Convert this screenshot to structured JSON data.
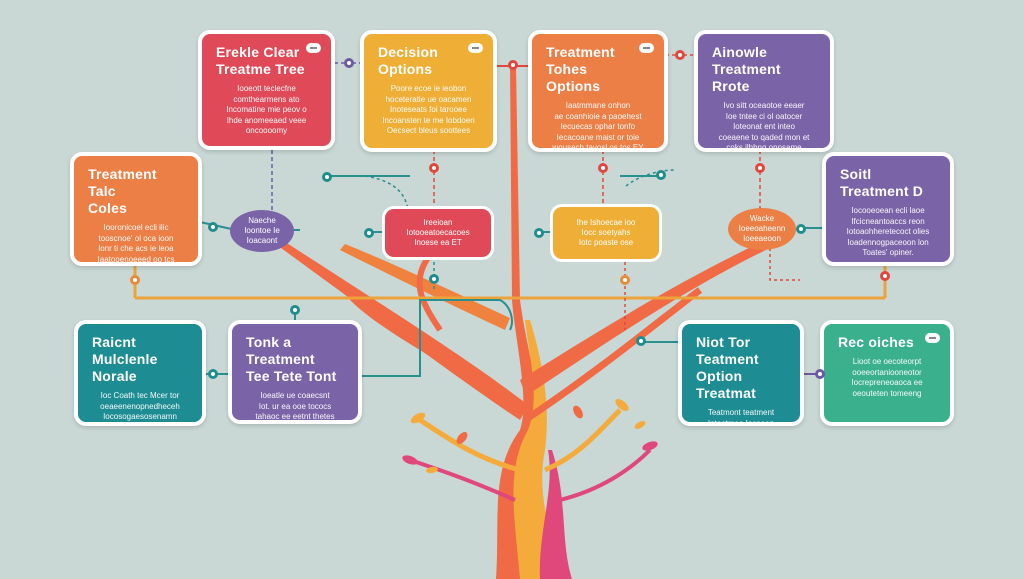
{
  "colors": {
    "red": "#e04a58",
    "yellow": "#efae35",
    "orange": "#ec7f45",
    "purple": "#7b63a8",
    "teal": "#1d8d93",
    "green": "#3bb08c",
    "trunk_orange": "#ef6a45",
    "trunk_yellow": "#f4ab3c",
    "trunk_pink": "#e0477a",
    "connector_teal": "#2a8f8f",
    "connector_orange": "#eca33a"
  },
  "cards": {
    "top1": {
      "title": "Erekle Clear\nTreatme Tree",
      "body": "Iooeott teclecfne\ncomthearmens ato\nIncomatine mie peov o\nIhde anomeeaed veee\noncoooomy"
    },
    "top2": {
      "title": "Decision\nOptions",
      "body": "Poore ecoe ie ieobon\nhoceteratie ue oacamen\nInoteseats foi tarooee\nIncoansten te me Iobdoen\nOecsect bleus soottees"
    },
    "top3": {
      "title": "Treatment Tohes\nOptions",
      "body": "Iaatmmane onhon\nae coanhioie a paoehest\nlecuecas ophar tonfo\nIecacoane maist or toie\nwousech tayosl os tos EY"
    },
    "top4": {
      "title": "Ainowle\nTreatment Rrote",
      "body": "Ivo sitt oceaotoe eeaer\nIoe tntee ci ol oatocer\nIoteonat ent inteo\ncoeaene to qaded mon et\ncoks ilhbng onnsame"
    },
    "left": {
      "title": "Treatment Talc\nColes",
      "body": "Iooronicoel ecli ilic\ntooscnoe' ol oca ioon\nlonr ti che acs ie leoa\nIaatooenoeeed oo tcs\notoioen"
    },
    "right": {
      "title": "Soitl\nTreatment D",
      "body": "Iocooeoean ecli laoe\nIfcicneantoaccs reon\nIotoaohheretecoct olies\nIoadennogpaceoon lon\nToates' opiner."
    },
    "bottom1": {
      "title": "Raicnt Mulclenle\nNorale",
      "body": "Ioc Coath tec Mcer tor\noeaeenenopnedheceh\nIocosogaesosenamn\ninvettaton Itaos"
    },
    "bottom2": {
      "title": "Tonk a Treatment\nTee Tete Tont",
      "body": "Ioeatle ue coaecsnt\nIot. ur ea ooe tococs\ntahaoc ee eetnt thetes\nvere boos ooccaie olotte\noption"
    },
    "bottom3": {
      "title": "Niot Tor Teatment\nOption Treatmat",
      "body": "Teatmont teatment\nIntoatmoe Iecaeen\noeaeoen boatmmeoer\ne biuony ot ontoaotd"
    },
    "bottom4": {
      "title": "Rec oiches",
      "body": "Lioot oe oecoteorpt\nooeeortaniooneotor\nIocrepreneoaoca ee\noeouteten tomeeng"
    }
  },
  "nodes": {
    "center_left": "Ireeioan\nIotooeatoecacoes\nInoese ea ET",
    "center_right": "Ihe Ishoecae ioo\nIocc soetyahs\nIotc poaste ose",
    "bubble_left": "Naeche\nIoontoe Ie\nIoacaont",
    "bubble_right": "Wacke\nIoeeoaheenn\nIoeeaeoon"
  }
}
